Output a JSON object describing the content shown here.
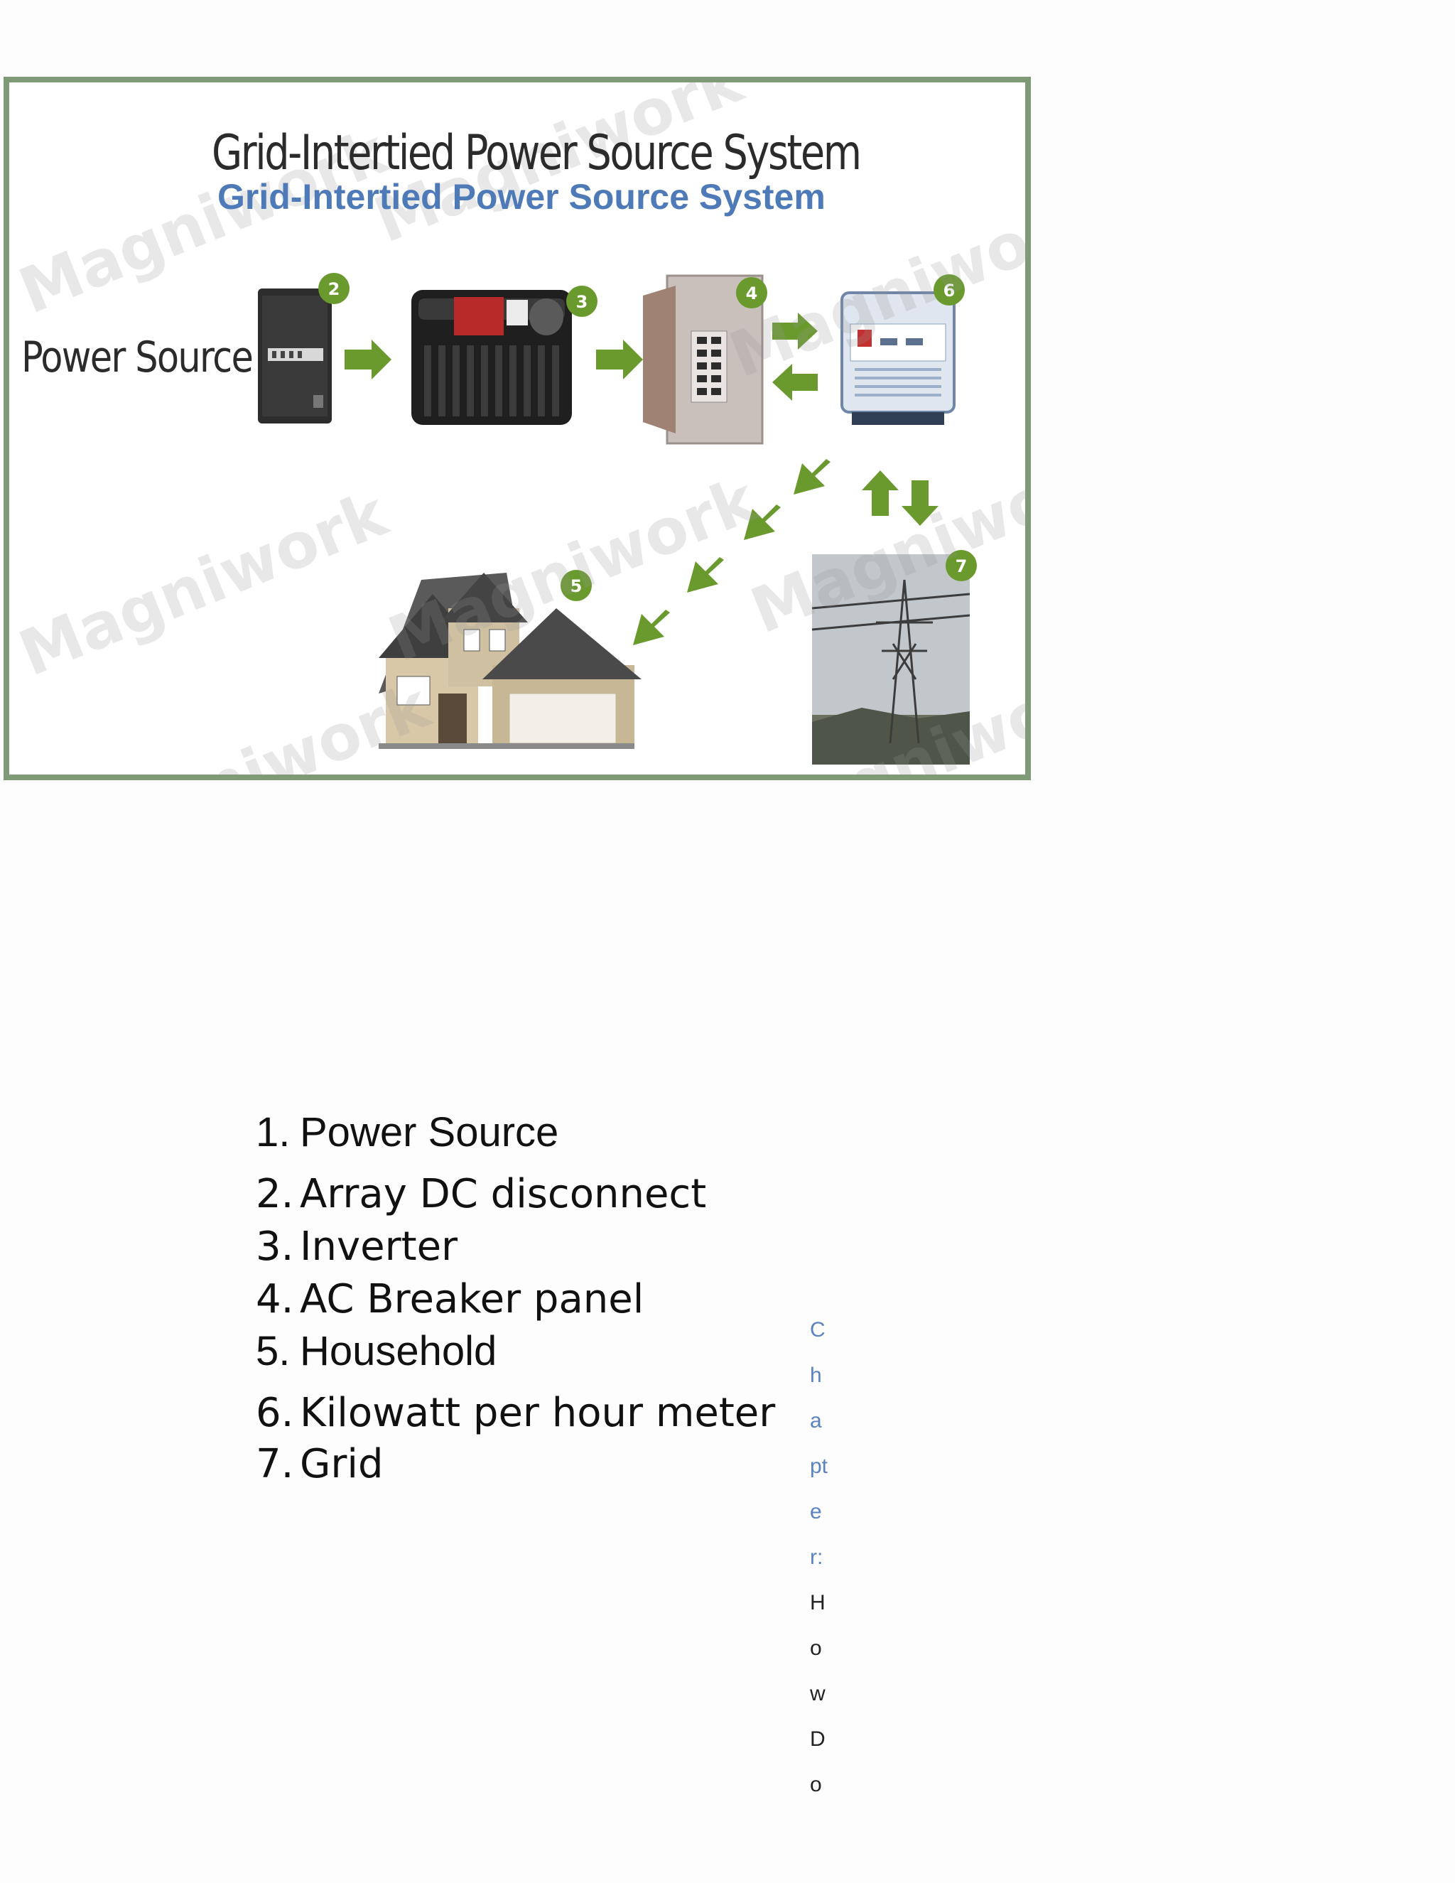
{
  "figure": {
    "sketch_title": "Grid-Intertied Power Source System",
    "title": "Grid-Intertied Power Source System",
    "power_source_label": "Power Source",
    "watermark_text": "Magniwork",
    "accent_color": "#6a9a2e",
    "border_color": "#7e9a76",
    "badges": [
      "2",
      "3",
      "4",
      "5",
      "6",
      "7"
    ],
    "components": [
      "dc-disconnect-icon",
      "inverter-icon",
      "breaker-panel-icon",
      "house-icon",
      "kwh-meter-icon",
      "power-tower-icon"
    ]
  },
  "legend": {
    "items": [
      {
        "num": "1.",
        "label": "Power Source"
      },
      {
        "num": "2.",
        "label": "Array DC disconnect"
      },
      {
        "num": "3.",
        "label": "Inverter"
      },
      {
        "num": "4.",
        "label": "AC Breaker panel"
      },
      {
        "num": "5.",
        "label": "Household"
      },
      {
        "num": "6.",
        "label": "Kilowatt per hour meter"
      },
      {
        "num": "7.",
        "label": "Grid"
      }
    ]
  },
  "vertical_text": {
    "blue": [
      "C",
      "h",
      "a",
      "pt",
      "e",
      "r:"
    ],
    "dark": [
      "H",
      "o",
      "w",
      "D",
      "o"
    ]
  }
}
